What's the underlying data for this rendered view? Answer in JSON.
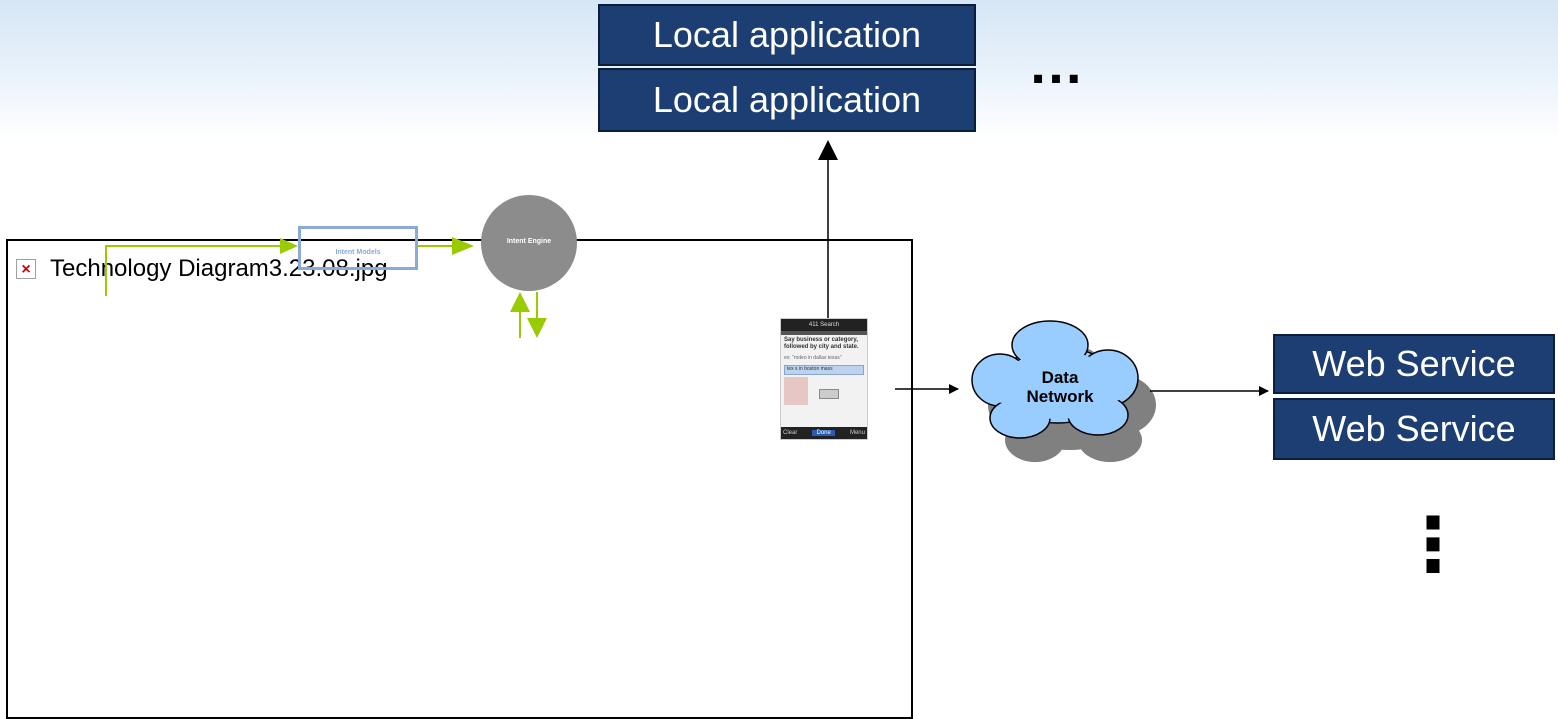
{
  "local_apps": [
    "Local application",
    "Local application"
  ],
  "top_ellipsis": "…",
  "broken_image": {
    "label": "Technology Diagram3.23.08.jpg",
    "icon": "x-icon"
  },
  "intent_models_label": "Intent Models",
  "intent_engine_label": "Intent Engine",
  "cloud_label": [
    "Data",
    "Network"
  ],
  "web_services": [
    "Web Service",
    "Web Service"
  ],
  "vertical_ellipsis": "⋮",
  "phone": {
    "title": "411 Search",
    "headline": "Say business or category, followed by city and state.",
    "example": "ex: \"rodeo in dallas texas\"",
    "field_value": "tex  s in boston mass",
    "bottom_left": "Clear",
    "bottom_mid": "Done",
    "bottom_right": "Menu"
  },
  "colors": {
    "navy": "#1c3e72",
    "green_arrow": "#99cc00",
    "intent_models_border": "#8aaad8",
    "engine_gray": "#8c8c8c",
    "cloud_fill": "#99ccff",
    "cloud_shadow": "#808080"
  }
}
